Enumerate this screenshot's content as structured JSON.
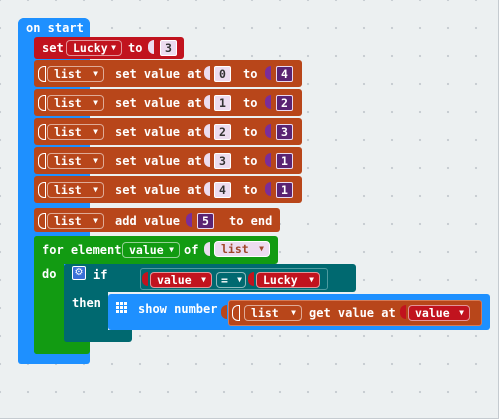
{
  "event": {
    "label": "on start"
  },
  "set_stmt": {
    "set_label": "set",
    "var": "Lucky",
    "to_label": "to",
    "value": "3"
  },
  "list_stmts": [
    {
      "list": "list",
      "label": "set value at",
      "index": "0",
      "to_label": "to",
      "value": "4"
    },
    {
      "list": "list",
      "label": "set value at",
      "index": "1",
      "to_label": "to",
      "value": "2"
    },
    {
      "list": "list",
      "label": "set value at",
      "index": "2",
      "to_label": "to",
      "value": "3"
    },
    {
      "list": "list",
      "label": "set value at",
      "index": "3",
      "to_label": "to",
      "value": "1"
    },
    {
      "list": "list",
      "label": "set value at",
      "index": "4",
      "to_label": "to",
      "value": "1"
    }
  ],
  "add_stmt": {
    "list": "list",
    "label": "add value",
    "value": "5",
    "suffix": "to end"
  },
  "for_loop": {
    "label": "for element",
    "var": "value",
    "of_label": "of",
    "list": "list",
    "do_label": "do"
  },
  "if_stmt": {
    "if_label": "if",
    "then_label": "then",
    "left": "value",
    "op": "=",
    "right": "Lucky"
  },
  "show_stmt": {
    "label": "show number",
    "list": "list",
    "get_label": "get value at",
    "index_var": "value"
  },
  "colors": {
    "event": "#1e90ff",
    "variables": "#c1131e",
    "arrays": "#b8461a",
    "loops": "#129b12",
    "logic": "#006970",
    "basic": "#1e90ff",
    "math": "#7b2d99"
  }
}
